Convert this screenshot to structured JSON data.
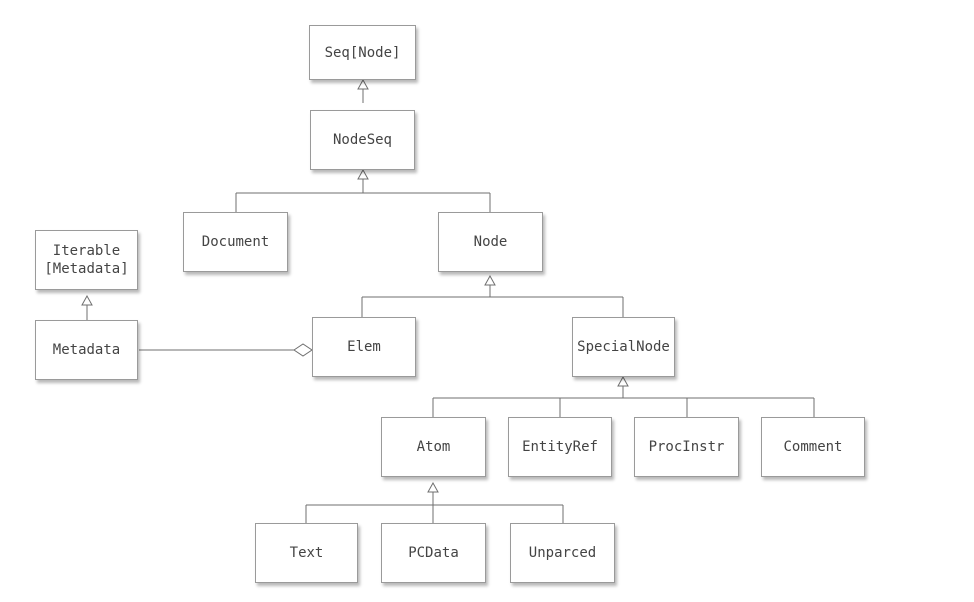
{
  "diagram": {
    "nodes": {
      "seq_node": "Seq[Node]",
      "nodeseq": "NodeSeq",
      "document": "Document",
      "node": "Node",
      "iterable_line1": "Iterable",
      "iterable_line2": "[Metadata]",
      "metadata": "Metadata",
      "elem": "Elem",
      "specialnode": "SpecialNode",
      "atom": "Atom",
      "entityref": "EntityRef",
      "procinstr": "ProcInstr",
      "comment": "Comment",
      "text": "Text",
      "pcdata": "PCData",
      "unparced": "Unparced"
    }
  }
}
